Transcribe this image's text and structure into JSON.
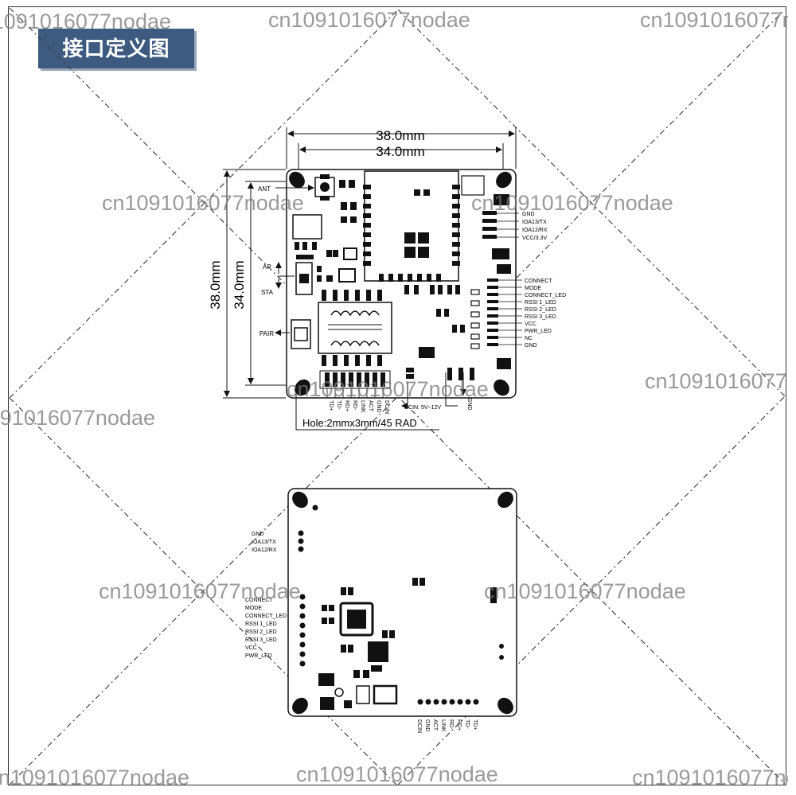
{
  "title": "接口定义图",
  "watermark": "cn1091016077nodae",
  "dimensions": {
    "outer_width": "38.0mm",
    "inner_width": "34.0mm",
    "outer_height": "38.0mm",
    "inner_height": "34.0mm",
    "hole": "Hole:2mmx3mm/45 RAD"
  },
  "top_labels": {
    "ant": "ANT",
    "ap": "AP",
    "sta": "STA",
    "pair": "PAIR",
    "dcin": "DCIN: 5V~12V",
    "gnd": "GND"
  },
  "right_pins_top": [
    "GND",
    "IOA13/TX",
    "IOA12/RX",
    "VCC/3.3V"
  ],
  "right_pins_main": [
    "CONNECT",
    "MODE",
    "CONNECT_LED",
    "RSSI 1_LED",
    "RSSI 2_LED",
    "RSSI 3_LED",
    "VCC",
    "PWR_LED",
    "NC",
    "GND"
  ],
  "bottom_pins": [
    "TD+",
    "TD-",
    "RD+",
    "RD-",
    "LINK",
    "ACT",
    "GND",
    "DCIN"
  ],
  "back_pins_top": [
    "GND",
    "IOA13/TX",
    "IOA12/RX"
  ],
  "back_pins_main": [
    "CONNECT",
    "MODE",
    "CONNECT_LED",
    "RSSI 1_LED",
    "RSSI 2_LED",
    "RSSI 3_LED",
    "VCC",
    "PWR_LED"
  ],
  "back_bottom_pins": [
    "DCIN",
    "GND",
    "ACT",
    "LINK",
    "RD-",
    "RD+",
    "TD-",
    "TD+"
  ],
  "colors": {
    "badge": "#3d5a80",
    "ink": "#111111"
  }
}
